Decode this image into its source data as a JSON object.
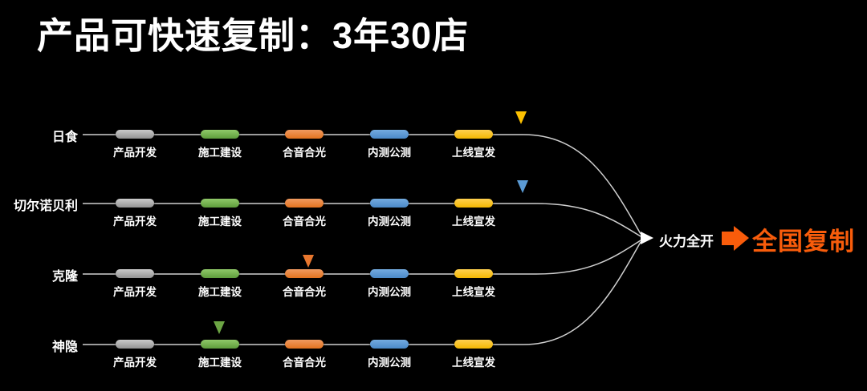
{
  "title": "产品可快速复制：3年30店",
  "phases": [
    "产品开发",
    "施工建设",
    "合音合光",
    "内测公测",
    "上线宣发"
  ],
  "phase_colors": {
    "产品开发": "#a6a6a6",
    "施工建设": "#70ad47",
    "合音合光": "#ed7d31",
    "内测公测": "#5b9bd5",
    "上线宣发": "#ffc000"
  },
  "rows": [
    {
      "name": "日食",
      "marker_color": "#fdc101",
      "marker_position": "line-end"
    },
    {
      "name": "切尔诺贝利",
      "marker_color": "#5b9bd5",
      "marker_position": "line-end"
    },
    {
      "name": "克隆",
      "marker_color": "#e8772e",
      "marker_position": "合音合光"
    },
    {
      "name": "神隐",
      "marker_color": "#6ca544",
      "marker_position": "施工建设"
    }
  ],
  "convergence": {
    "label": "火力全开",
    "result": "全国复制",
    "accent_color": "#f85c0b",
    "line_color": "#cfcfcf"
  }
}
